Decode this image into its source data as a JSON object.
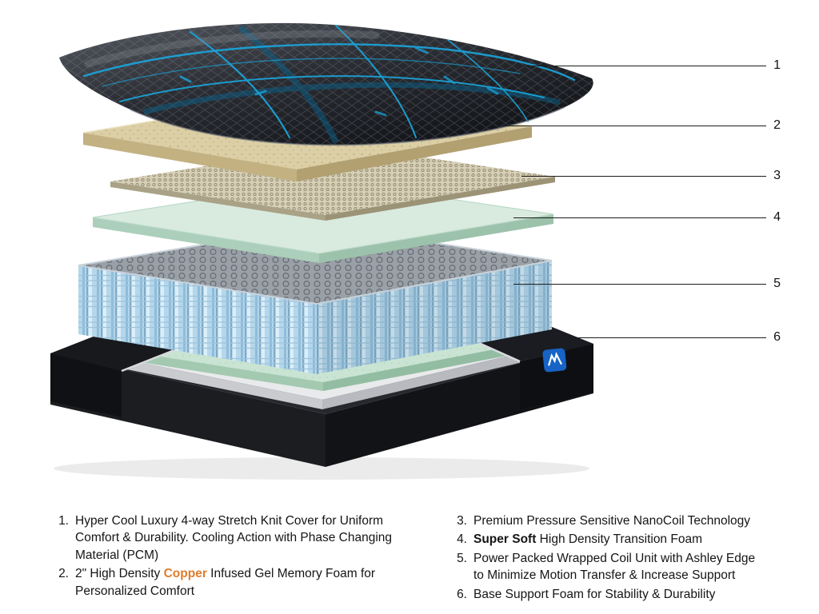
{
  "figure": {
    "description_numbers": [
      "1",
      "2",
      "3",
      "4",
      "5",
      "6"
    ]
  },
  "callout_numbers": [
    "1",
    "2",
    "3",
    "4",
    "5",
    "6"
  ],
  "colors": {
    "copper_highlight": "#E07C2C",
    "knit_accent_blue": "#1AA7DF",
    "coil_blue": "#B5D7EB",
    "transition_foam_mint": "#D9EBDF",
    "memory_foam_tan": "#DCCFA5",
    "base_foam_green": "#C9E4D3",
    "base_black": "#1B1D21",
    "callout_line": "#1C1C1C"
  },
  "legend": {
    "left": [
      {
        "number": "1.",
        "text": "Hyper Cool Luxury 4-way Stretch Knit Cover for Uniform Comfort & Durability. Cooling Action with Phase Changing Material (PCM)"
      },
      {
        "number": "2.",
        "text_pre": "2\" High Density ",
        "highlight": "Copper",
        "text_post": " Infused Gel Memory Foam for Personalized Comfort"
      }
    ],
    "right": [
      {
        "number": "3.",
        "text": "Premium Pressure Sensitive NanoCoil Technology"
      },
      {
        "number": "4.",
        "bold": "Super Soft",
        "text": " High Density Transition Foam"
      },
      {
        "number": "5.",
        "text": "Power Packed Wrapped Coil Unit with Ashley Edge to Minimize Motion Transfer & Increase Support"
      },
      {
        "number": "6.",
        "text": "Base Support Foam for Stability & Durability"
      }
    ]
  }
}
